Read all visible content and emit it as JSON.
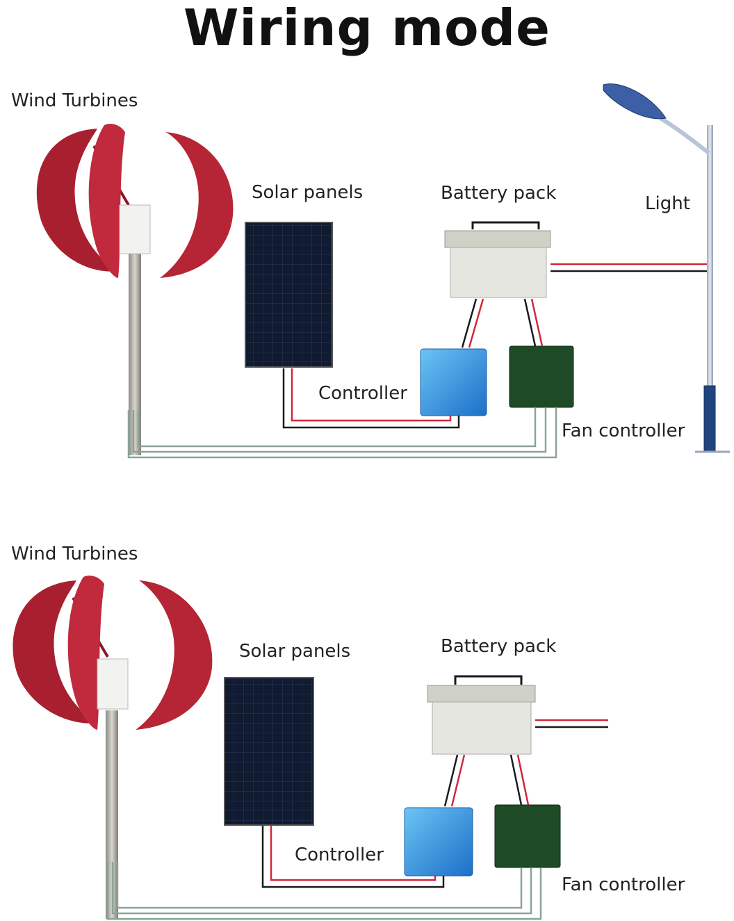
{
  "title": "Wiring mode",
  "diagram_top": {
    "wind_turbines": "Wind Turbines",
    "solar_panels": "Solar panels",
    "battery_pack": "Battery pack",
    "light": "Light",
    "controller": "Controller",
    "fan_controller": "Fan controller"
  },
  "diagram_bottom": {
    "wind_turbines": "Wind Turbines",
    "solar_panels": "Solar panels",
    "battery_pack": "Battery pack",
    "controller": "Controller",
    "fan_controller": "Fan controller"
  },
  "colors": {
    "turbine": "#b8283a",
    "panel": "#0f1a2e",
    "battery": "#e6e6e0",
    "solar_controller": "#2e8fe0",
    "fan_controller": "#1f4a26",
    "wire_red": "#d0283a",
    "wire_black": "#1a1a1a",
    "wire_grey": "#8aa39a",
    "pole": "#b8c4d8"
  }
}
